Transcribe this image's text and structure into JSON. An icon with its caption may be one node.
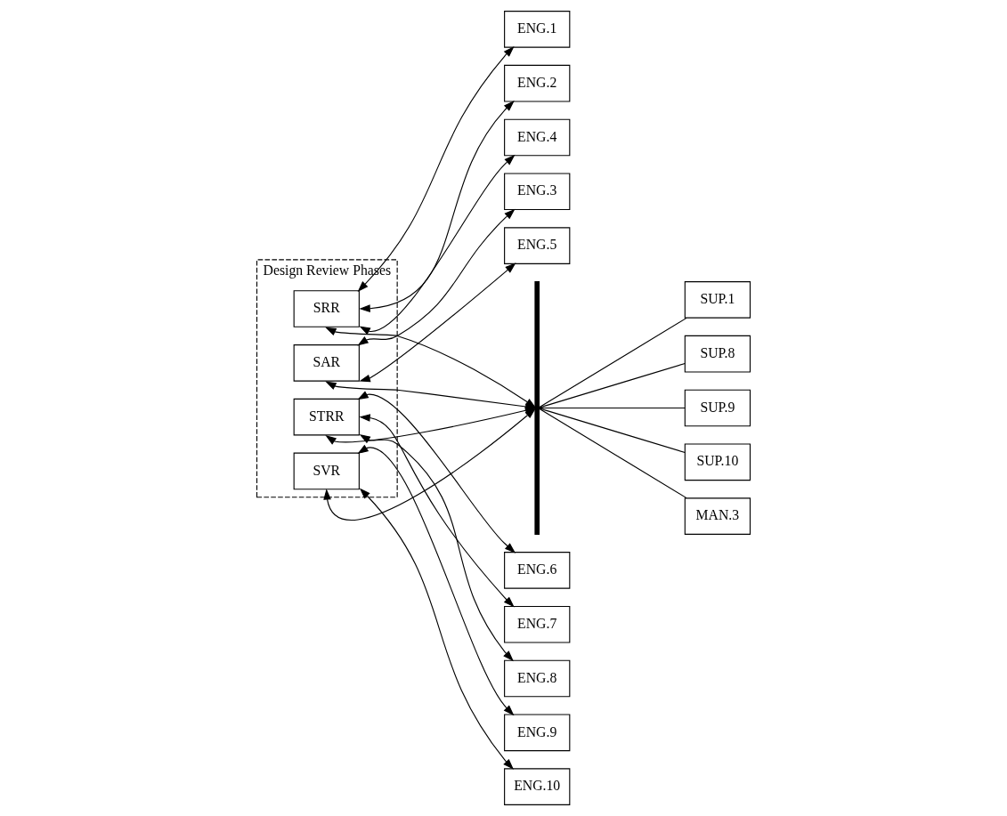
{
  "diagram": {
    "nodes": [
      {
        "text": [
          "Design Review Phases"
        ]
      },
      {
        "text": [
          "SRR"
        ],
        "in": 0
      },
      {
        "text": [
          "SAR"
        ],
        "in": 0
      },
      {
        "text": [
          "STRR"
        ],
        "in": 0
      },
      {
        "text": [
          "SVR"
        ],
        "in": 0
      },
      {
        "text": [
          "ENG.1"
        ]
      },
      {
        "text": [
          "ENG.2"
        ]
      },
      {
        "text": [
          "ENG.3"
        ]
      },
      {
        "text": [
          "ENG.4"
        ]
      },
      {
        "text": [
          "ENG.5"
        ]
      },
      {
        "text": [
          "ENG.6"
        ]
      },
      {
        "text": [
          "ENG.7"
        ]
      },
      {
        "text": [
          "ENG.8"
        ]
      },
      {
        "text": [
          "ENG.9"
        ]
      },
      {
        "text": [
          "ENG.10"
        ]
      },
      {
        "text": [],
        "shape": "bar"
      },
      {
        "text": [
          "SUP.1"
        ]
      },
      {
        "text": [
          "SUP.8"
        ]
      },
      {
        "text": [
          "SUP.9"
        ]
      },
      {
        "text": [
          "SUP.10"
        ]
      },
      {
        "text": [
          "MAN.3"
        ]
      }
    ],
    "edges": [
      {
        "from": 1,
        "to": 5,
        "arrow": "both"
      },
      {
        "from": 1,
        "to": 6,
        "arrow": "both"
      },
      {
        "from": 1,
        "to": 8,
        "arrow": "both"
      },
      {
        "from": 2,
        "to": 7,
        "arrow": "both"
      },
      {
        "from": 2,
        "to": 9,
        "arrow": "both"
      },
      {
        "from": 3,
        "to": 10,
        "arrow": "both"
      },
      {
        "from": 3,
        "to": 11,
        "arrow": "both"
      },
      {
        "from": 3,
        "to": 12,
        "arrow": "both"
      },
      {
        "from": 4,
        "to": 13,
        "arrow": "both"
      },
      {
        "from": 4,
        "to": 14,
        "arrow": "both"
      },
      {
        "from": 1,
        "to": 15,
        "arrow": "both"
      },
      {
        "from": 2,
        "to": 15,
        "arrow": "both"
      },
      {
        "from": 3,
        "to": 15,
        "arrow": "both"
      },
      {
        "from": 4,
        "to": 15,
        "arrow": "both"
      },
      {
        "from": 15,
        "to": 16,
        "arrow": "none"
      },
      {
        "from": 15,
        "to": 17,
        "arrow": "none"
      },
      {
        "from": 15,
        "to": 18,
        "arrow": "none"
      },
      {
        "from": 15,
        "to": 19,
        "arrow": "none"
      },
      {
        "from": 15,
        "to": 20,
        "arrow": "none"
      }
    ]
  }
}
